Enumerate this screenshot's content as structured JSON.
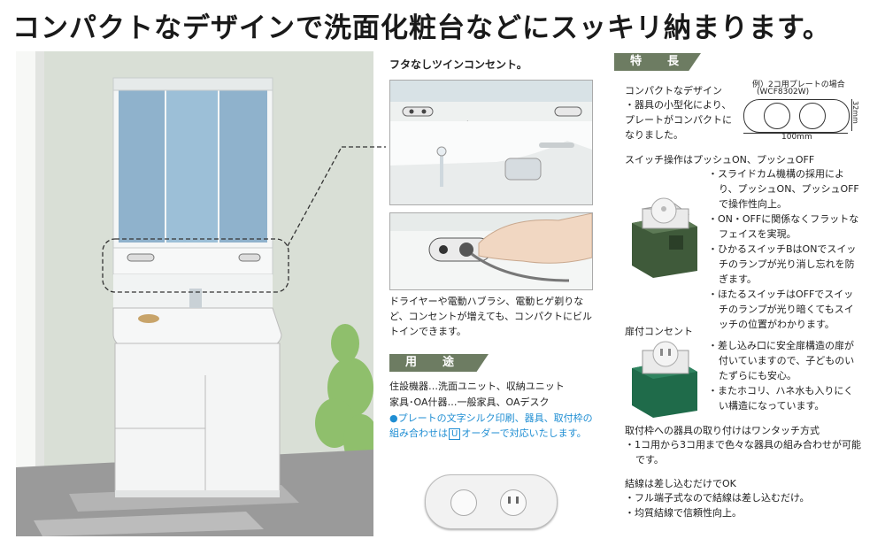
{
  "headline": "コンパクトなデザインで洗面化粧台などにスッキリ納まります。",
  "outlet": {
    "title": "フタなしツインコンセント。",
    "description": "ドライヤーや電動ハブラシ、電動ヒゲ剃りなど、コンセントが増えても、コンパクトにビルトインできます。"
  },
  "usage": {
    "header": "用　途",
    "line1": "住設機器…洗面ユニット、収納ユニット",
    "line2": "家具･OA什器…一般家具、OAデスク",
    "note_before": "●プレートの文字シルク印刷、器具、取付枠の組み合わせは",
    "note_mark": "U",
    "note_after": "オーダーで対応いたします。"
  },
  "features": {
    "header": "特　長",
    "compact": {
      "title": "コンパクトなデザイン",
      "item": "・器具の小型化により、プレートがコンパクトになりました。",
      "example_line1": "例）2コ用プレートの場合",
      "example_line2": "(WCF8302W)",
      "width_label": "100mm",
      "height_label": "32mm"
    },
    "switch": {
      "title": "スイッチ操作はプッシュON、プッシュOFF",
      "items": [
        "・スライドカム機構の採用により、プッシュON、プッシュOFFで操作性向上。",
        "・ON・OFFに関係なくフラットなフェイスを実現。",
        "・ひかるスイッチBはONでスイッチのランプが光り消し忘れを防ぎます。",
        "・ほたるスイッチはOFFでスイッチのランプが光り暗くてもスイッチの位置がわかります。"
      ]
    },
    "door": {
      "title": "扉付コンセント",
      "items": [
        "・差し込み口に安全扉構造の扉が付いていますので、子どものいたずらにも安心。",
        "・またホコリ、ハネ水も入りにくい構造になっています。"
      ]
    },
    "mount": {
      "title": "取付枠への器具の取り付けはワンタッチ方式",
      "items": [
        "・1コ用から3コ用まで色々な器具の組み合わせが可能です。"
      ]
    },
    "wiring": {
      "title": "結線は差し込むだけでOK",
      "items": [
        "・フル端子式なので結線は差し込むだけ。",
        "・均質結線で信頼性向上。"
      ]
    }
  }
}
